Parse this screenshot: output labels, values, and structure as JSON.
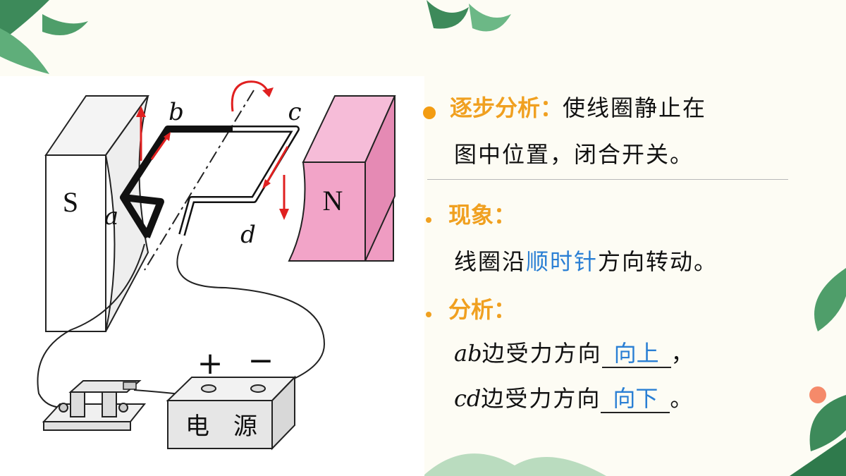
{
  "diagram": {
    "magnet_left": "S",
    "magnet_right": "N",
    "label_a": "a",
    "label_b": "b",
    "label_c": "c",
    "label_d": "d",
    "battery_plus": "+",
    "battery_minus": "−",
    "battery_label_1": "电",
    "battery_label_2": "源"
  },
  "content": {
    "step_title": "逐步分析：",
    "step_text_1": "使线圈静止在",
    "step_text_2": "图中位置，闭合开关。",
    "phenomenon_title": "现象：",
    "phenomenon_pre": "线圈沿",
    "phenomenon_highlight": "顺时针",
    "phenomenon_post": "方向转动。",
    "analysis_title": "分析：",
    "ab_prefix": "ab",
    "ab_text": "边受力方向",
    "ab_answer": "向上",
    "ab_end": "，",
    "cd_prefix": "cd",
    "cd_text": "边受力方向",
    "cd_answer": "向下",
    "cd_end": "。"
  },
  "colors": {
    "accent_orange": "#f0a020",
    "answer_blue": "#2a7fd4",
    "magnet_n": "#f2a4c8",
    "force_arrow": "#e02020"
  }
}
